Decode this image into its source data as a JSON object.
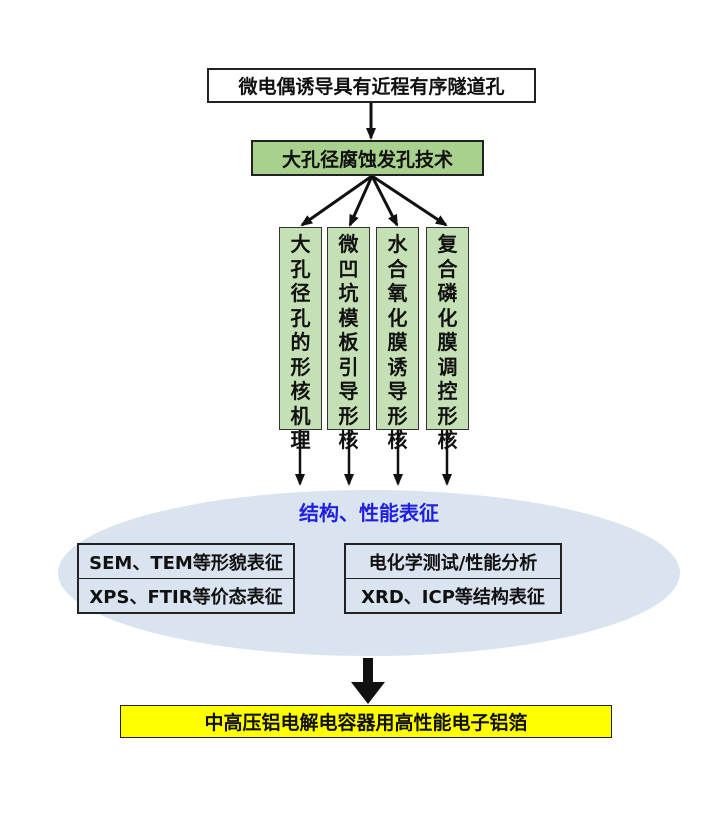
{
  "diagram": {
    "top_box": {
      "label": "微电偶诱导具有近程有序隧道孔"
    },
    "green_box": {
      "label": "大孔径腐蚀发孔技术"
    },
    "branches": [
      {
        "label": "大孔径孔的形核机理"
      },
      {
        "label": "微凹坑模板引导形核"
      },
      {
        "label": "水合氧化膜诱导形核"
      },
      {
        "label": "复合磷化膜调控形核"
      }
    ],
    "characterization": {
      "title": "结构、性能表征",
      "left_table": [
        "SEM、TEM等形貌表征",
        "XPS、FTIR等价态表征"
      ],
      "right_table": [
        "电化学测试/性能分析",
        "XRD、ICP等结构表征"
      ]
    },
    "result_box": {
      "label": "中高压铝电解电容器用高性能电子铝箔"
    },
    "colors": {
      "green_box": "#a9d18e",
      "branch_box": "#c5e0b4",
      "ellipse": "#dae3f0",
      "title_text": "#1f1fe0",
      "result_box": "#ffff00"
    }
  }
}
